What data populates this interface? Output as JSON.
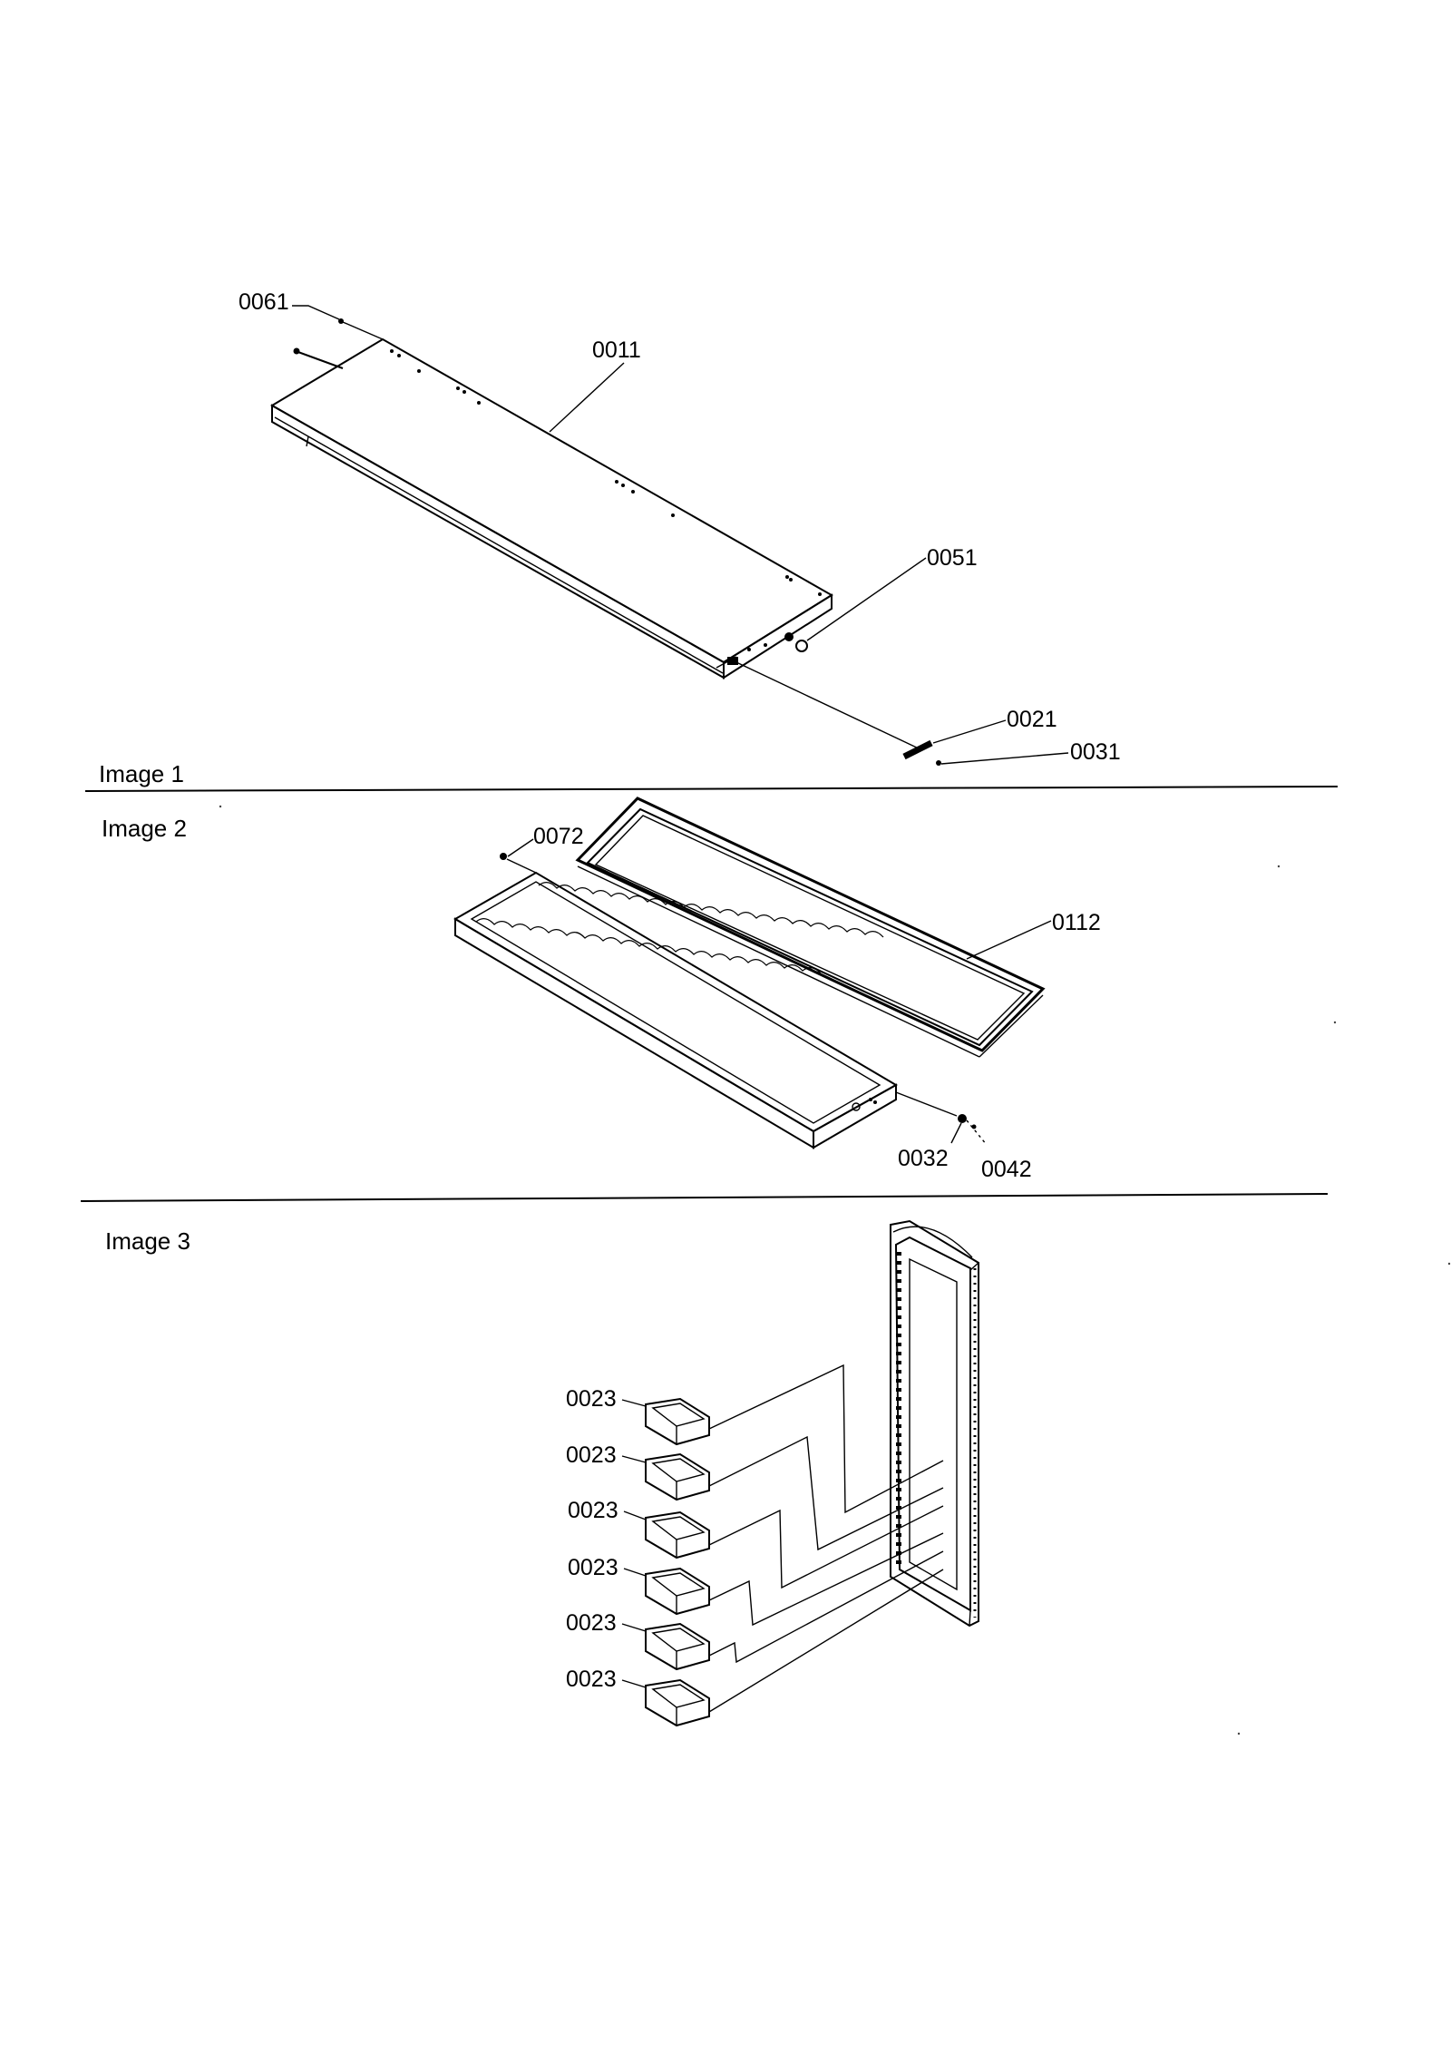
{
  "sections": [
    {
      "caption": "Image 1",
      "callouts": [
        {
          "label": "0061",
          "part": "screw"
        },
        {
          "label": "0011",
          "part": "door panel"
        },
        {
          "label": "0051",
          "part": "plug"
        },
        {
          "label": "0021",
          "part": "hinge pin"
        },
        {
          "label": "0031",
          "part": "screw"
        }
      ]
    },
    {
      "caption": "Image 2",
      "callouts": [
        {
          "label": "0072",
          "part": "screw"
        },
        {
          "label": "0112",
          "part": "door gasket"
        },
        {
          "label": "0032",
          "part": "hinge pin"
        },
        {
          "label": "0042",
          "part": "screw"
        }
      ]
    },
    {
      "caption": "Image 3",
      "callouts": [
        {
          "label": "0023",
          "part": "door bin"
        },
        {
          "label": "0023",
          "part": "door bin"
        },
        {
          "label": "0023",
          "part": "door bin"
        },
        {
          "label": "0023",
          "part": "door bin"
        },
        {
          "label": "0023",
          "part": "door bin"
        },
        {
          "label": "0023",
          "part": "door bin"
        }
      ]
    }
  ]
}
